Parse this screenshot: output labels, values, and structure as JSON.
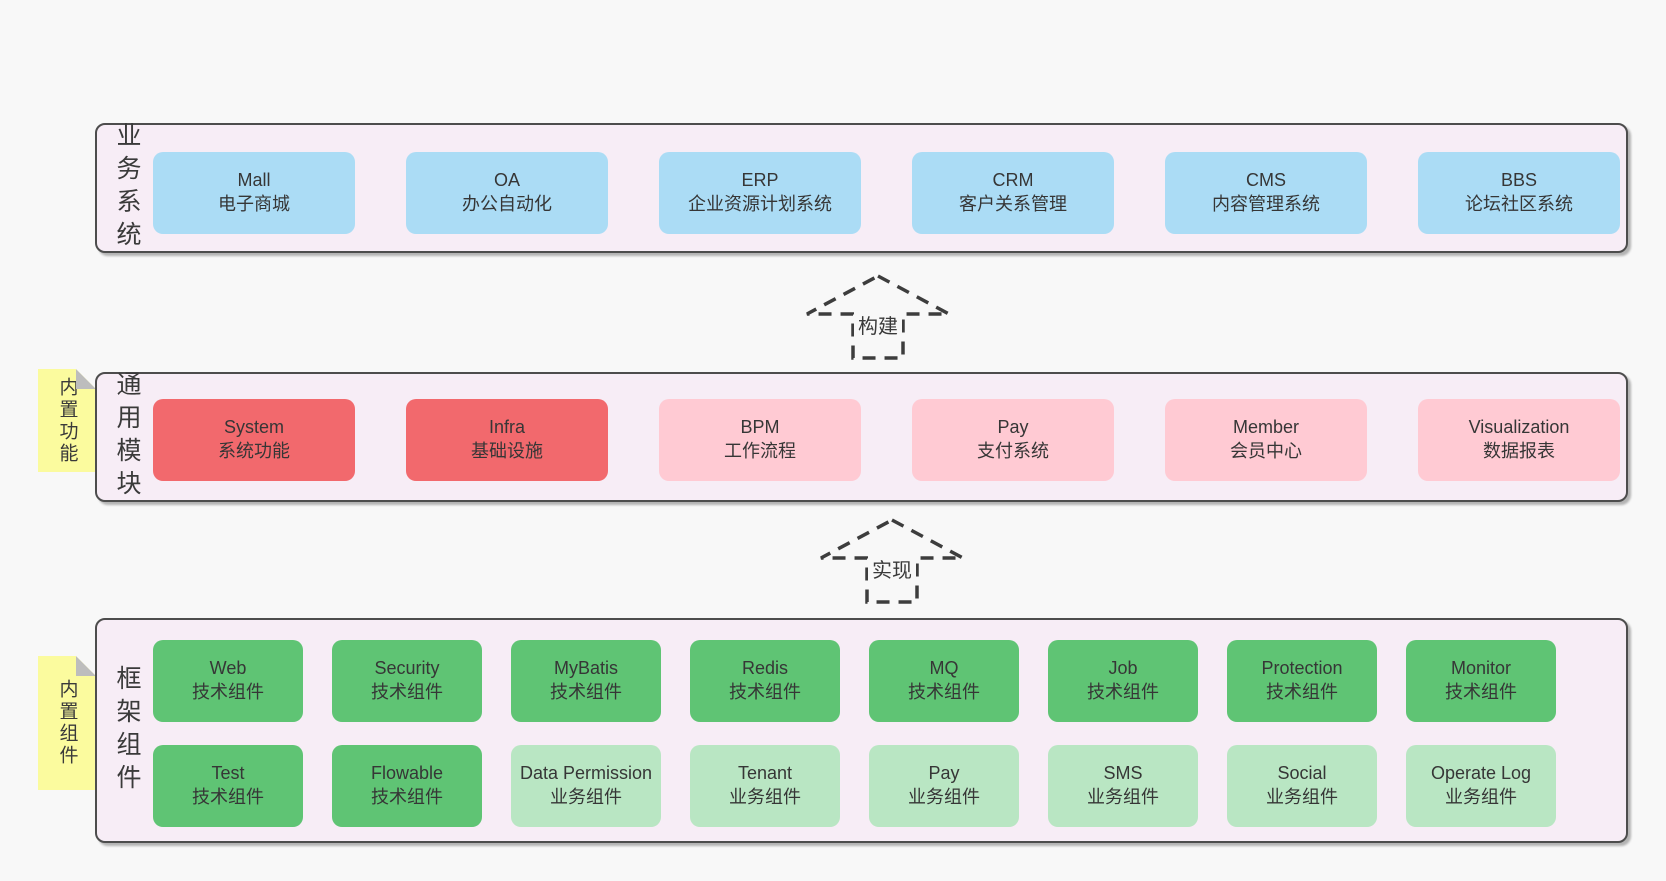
{
  "page": {
    "background": "#f8f8f8"
  },
  "colors": {
    "layer_background": "#f7edf6",
    "layer_border": "#4d4d4d",
    "business_box": "#abdcf5",
    "core_module_box": "#f2696d",
    "optional_module_box": "#ffcad3",
    "tech_component_box": "#5fc474",
    "biz_component_box": "#b9e6c3",
    "note_yellow": "#fbfb9e",
    "note_fold_gray": "#bdbdbd",
    "text": "#363636"
  },
  "layers": {
    "business": {
      "label": "业务系统",
      "boxes": [
        {
          "title": "Mall",
          "subtitle": "电子商城"
        },
        {
          "title": "OA",
          "subtitle": "办公自动化"
        },
        {
          "title": "ERP",
          "subtitle": "企业资源计划系统"
        },
        {
          "title": "CRM",
          "subtitle": "客户关系管理"
        },
        {
          "title": "CMS",
          "subtitle": "内容管理系统"
        },
        {
          "title": "BBS",
          "subtitle": "论坛社区系统"
        }
      ]
    },
    "modules": {
      "label": "通用模块",
      "note": "内置功能",
      "boxes": [
        {
          "title": "System",
          "subtitle": "系统功能"
        },
        {
          "title": "Infra",
          "subtitle": "基础设施"
        },
        {
          "title": "BPM",
          "subtitle": "工作流程"
        },
        {
          "title": "Pay",
          "subtitle": "支付系统"
        },
        {
          "title": "Member",
          "subtitle": "会员中心"
        },
        {
          "title": "Visualization",
          "subtitle": "数据报表"
        }
      ]
    },
    "components": {
      "label": "框架组件",
      "note": "内置组件",
      "row1": [
        {
          "title": "Web",
          "subtitle": "技术组件"
        },
        {
          "title": "Security",
          "subtitle": "技术组件"
        },
        {
          "title": "MyBatis",
          "subtitle": "技术组件"
        },
        {
          "title": "Redis",
          "subtitle": "技术组件"
        },
        {
          "title": "MQ",
          "subtitle": "技术组件"
        },
        {
          "title": "Job",
          "subtitle": "技术组件"
        },
        {
          "title": "Protection",
          "subtitle": "技术组件"
        },
        {
          "title": "Monitor",
          "subtitle": "技术组件"
        }
      ],
      "row2": [
        {
          "title": "Test",
          "subtitle": "技术组件"
        },
        {
          "title": "Flowable",
          "subtitle": "技术组件"
        },
        {
          "title": "Data Permission",
          "subtitle": "业务组件"
        },
        {
          "title": "Tenant",
          "subtitle": "业务组件"
        },
        {
          "title": "Pay",
          "subtitle": "业务组件"
        },
        {
          "title": "SMS",
          "subtitle": "业务组件"
        },
        {
          "title": "Social",
          "subtitle": "业务组件"
        },
        {
          "title": "Operate Log",
          "subtitle": "业务组件"
        }
      ]
    }
  },
  "arrows": {
    "build": "构建",
    "implement": "实现"
  }
}
